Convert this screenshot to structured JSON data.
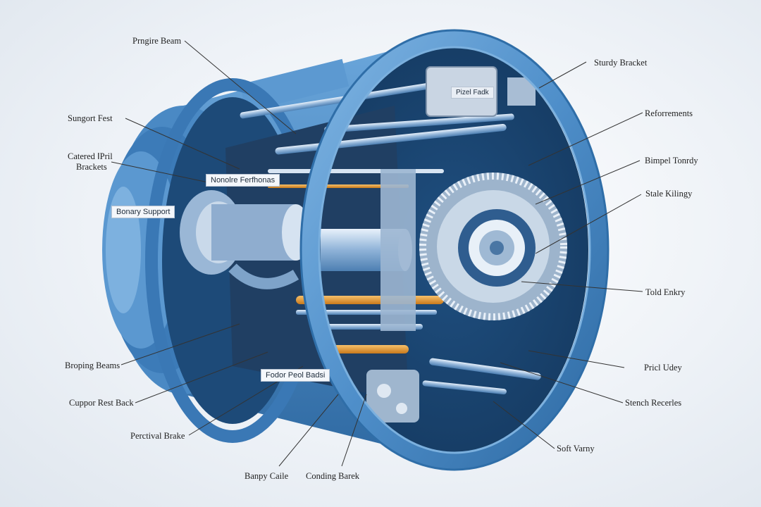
{
  "labels": {
    "left": [
      {
        "id": "prngire-beam",
        "text": "Prngire Beam"
      },
      {
        "id": "sungort-fest",
        "text": "Sungort Fest"
      },
      {
        "id": "catered-pril-brackets-1",
        "text": "Catered ⅠPril"
      },
      {
        "id": "catered-pril-brackets-2",
        "text": "Brackets"
      },
      {
        "id": "broping-beams",
        "text": "Broping Beams"
      },
      {
        "id": "cuppor-rest-back",
        "text": "Cuppor Rest Back"
      },
      {
        "id": "perctival-brake",
        "text": "Perctival Brake"
      },
      {
        "id": "banpy-caile",
        "text": "Banpy Caile"
      },
      {
        "id": "conding-barek",
        "text": "Conding Barek"
      }
    ],
    "right": [
      {
        "id": "sturdy-bracket",
        "text": "Sturdy Bracket"
      },
      {
        "id": "reforrements",
        "text": "Reforrements"
      },
      {
        "id": "bimpel-tonrdy",
        "text": "Bimpel Tonrdy"
      },
      {
        "id": "stale-kilingy",
        "text": "Stale Kilingy"
      },
      {
        "id": "told-enkry",
        "text": "Told Enkry"
      },
      {
        "id": "pricl-udey",
        "text": "Pricl Udey"
      },
      {
        "id": "stench-recerles",
        "text": "Stench Recerles"
      },
      {
        "id": "soft-varny",
        "text": "Soft Varny"
      }
    ]
  },
  "tags": {
    "nonolre": "Nonolre Ferfhonas",
    "bonary": "Bonary Support",
    "fodor": "Fodor Peol Badsi",
    "pizel": "Pizel Fadk"
  },
  "colors": {
    "shell": "#5b9bd5",
    "shell_dark": "#2f6ea8",
    "inner": "#3d78b0",
    "metal": "#b9cbe0",
    "accent_orange": "#e0962e"
  }
}
